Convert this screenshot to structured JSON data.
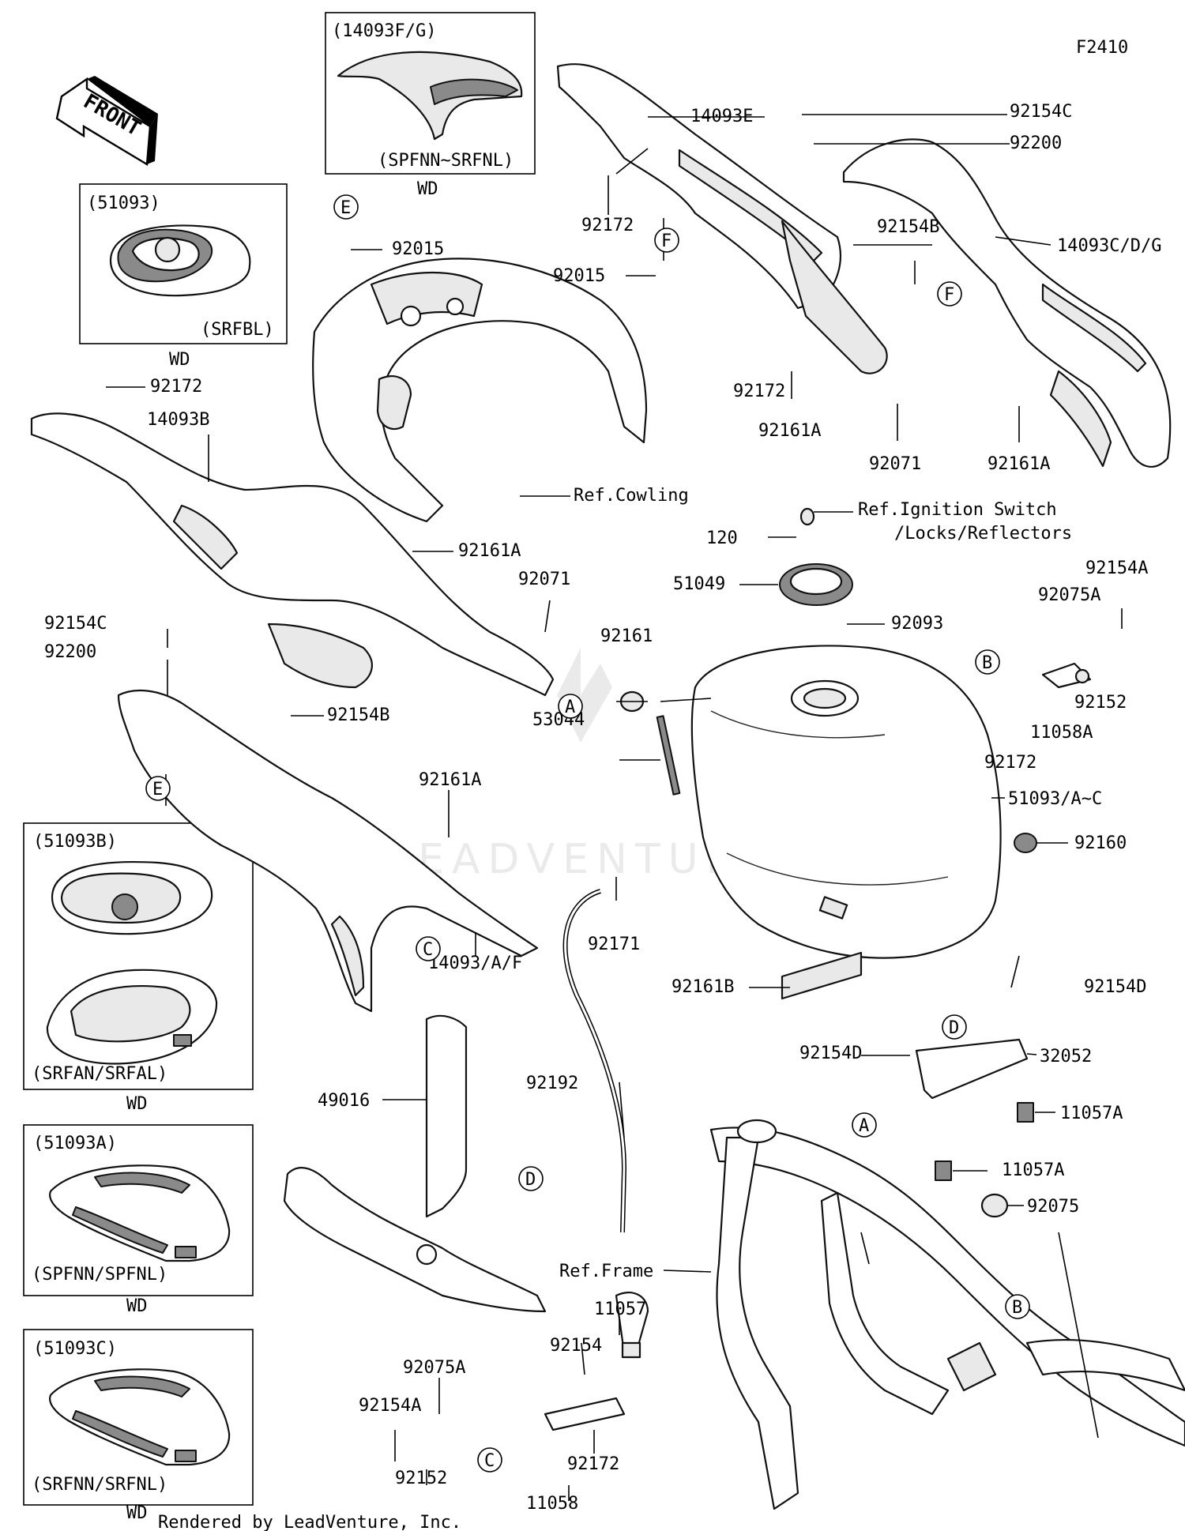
{
  "figure_code": "F2410",
  "front_label": "FRONT",
  "credit": "Rendered by LeadVenture, Inc.",
  "watermark": "LEADVENTURE",
  "insets": [
    {
      "id": "14093fg",
      "code": "(14093F/G)",
      "models": "(SPFNN~SRFNL)",
      "caption": "WD"
    },
    {
      "id": "51093",
      "code": "(51093)",
      "models": "(SRFBL)",
      "caption": "WD"
    },
    {
      "id": "51093b",
      "code": "(51093B)",
      "models": "(SRFAN/SRFAL)",
      "caption": "WD"
    },
    {
      "id": "51093a",
      "code": "(51093A)",
      "models": "(SPFNN/SPFNL)",
      "caption": "WD"
    },
    {
      "id": "51093c",
      "code": "(51093C)",
      "models": "(SRFNN/SRFNL)",
      "caption": "WD"
    }
  ],
  "callouts": [
    "14093E",
    "92154C",
    "92200",
    "92172",
    "14093C/D/G",
    "92015",
    "92015",
    "92154B",
    "92172",
    "92161A",
    "92071",
    "92161A",
    "Ref.Cowling",
    "92172",
    "14093B",
    "Ref.Ignition Switch",
    "/Locks/Reflectors",
    "120",
    "92161A",
    "51049",
    "92071",
    "92093",
    "92154A",
    "92075A",
    "92154C",
    "92200",
    "92161",
    "92154B",
    "92152",
    "53044",
    "11058A",
    "92172",
    "92161A",
    "51093/A~C",
    "92160",
    "92171",
    "14093/A/F",
    "92161B",
    "92154D",
    "92154D",
    "32052",
    "11057A",
    "92192",
    "49016",
    "11057A",
    "92075",
    "Ref.Frame",
    "11057",
    "92075A",
    "92154",
    "92154A",
    "92172",
    "92152",
    "11058"
  ],
  "reference_letters": [
    "E",
    "F",
    "F",
    "E",
    "B",
    "A",
    "C",
    "D",
    "A",
    "D",
    "B",
    "C"
  ]
}
